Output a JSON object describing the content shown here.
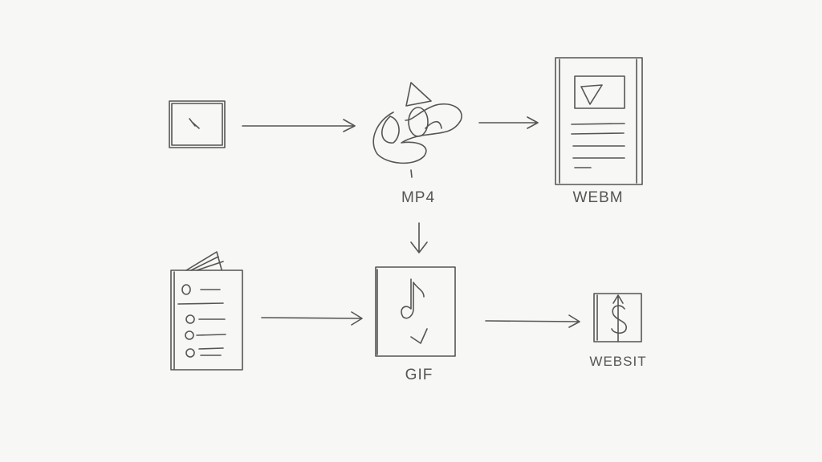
{
  "nodes": {
    "mp4": {
      "label": "MP4"
    },
    "webm": {
      "label": "WEBM"
    },
    "gif": {
      "label": "GIF"
    },
    "website": {
      "label": "WEBSIT"
    }
  },
  "colors": {
    "background": "#f7f7f5",
    "ink": "#555555"
  }
}
